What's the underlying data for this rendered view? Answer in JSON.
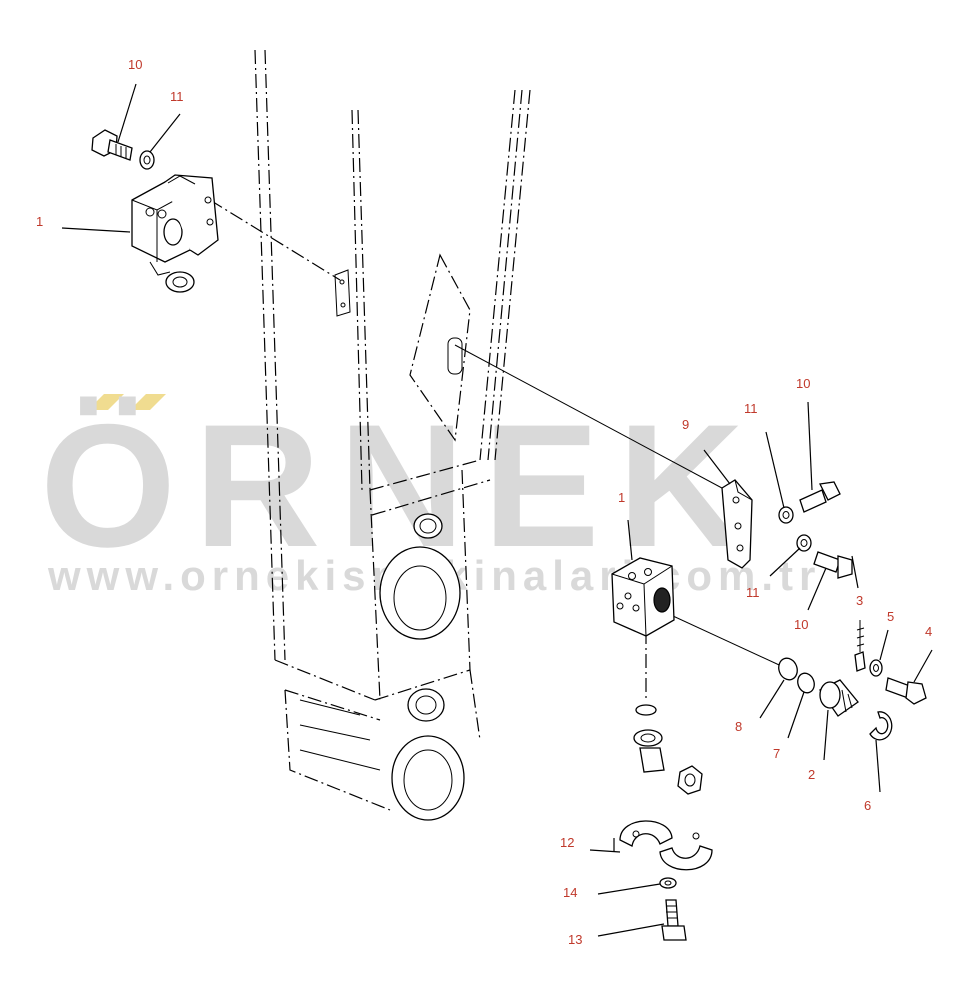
{
  "watermark": {
    "main_text": "ÖRNEK",
    "url_text": "www.ornekismakinalari.com.tr",
    "color": "#d9d9d9",
    "accent_color": "#f0dc90"
  },
  "callout_color": "#c0392b",
  "callouts": [
    {
      "id": "c1a",
      "text": "1"
    },
    {
      "id": "c10a",
      "text": "10"
    },
    {
      "id": "c11a",
      "text": "11"
    },
    {
      "id": "c9",
      "text": "9"
    },
    {
      "id": "c11b",
      "text": "11"
    },
    {
      "id": "c10b",
      "text": "10"
    },
    {
      "id": "c1b",
      "text": "1"
    },
    {
      "id": "c11c",
      "text": "11"
    },
    {
      "id": "c10c",
      "text": "10"
    },
    {
      "id": "c3",
      "text": "3"
    },
    {
      "id": "c5",
      "text": "5"
    },
    {
      "id": "c4",
      "text": "4"
    },
    {
      "id": "c8",
      "text": "8"
    },
    {
      "id": "c7",
      "text": "7"
    },
    {
      "id": "c2",
      "text": "2"
    },
    {
      "id": "c6",
      "text": "6"
    },
    {
      "id": "c12",
      "text": "12"
    },
    {
      "id": "c14",
      "text": "14"
    },
    {
      "id": "c13",
      "text": "13"
    }
  ]
}
